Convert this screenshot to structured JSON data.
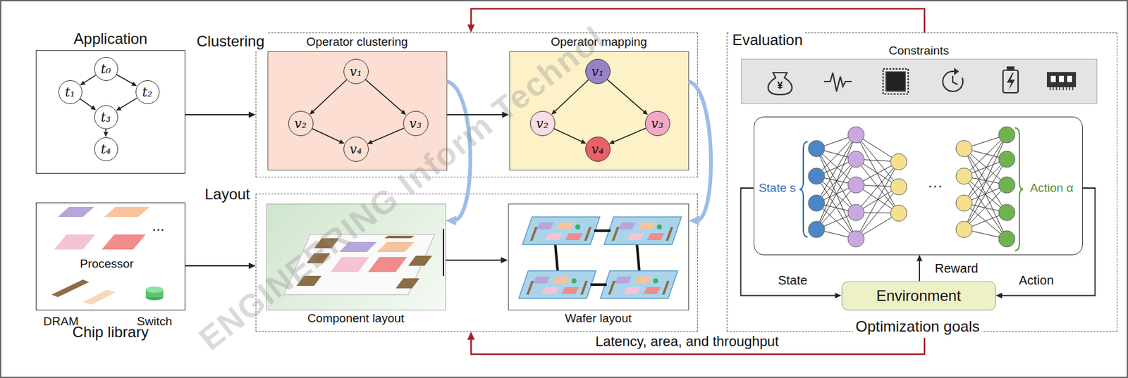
{
  "diagram": {
    "nodes": [
      {
        "text": [
          "Application"
        ]
      },
      {
        "text": [
          "t₀"
        ],
        "in": 0
      },
      {
        "text": [
          "t₁"
        ],
        "in": 0
      },
      {
        "text": [
          "t₂"
        ],
        "in": 0
      },
      {
        "text": [
          "t₃"
        ],
        "in": 0
      },
      {
        "text": [
          "t₄"
        ],
        "in": 0
      },
      {
        "text": [
          "Chip library"
        ]
      },
      {
        "text": [
          "Clustering"
        ]
      },
      {
        "text": [
          "Operator clustering"
        ],
        "in": 7
      },
      {
        "text": [
          "v₁"
        ],
        "in": 8
      },
      {
        "text": [
          "v₂"
        ],
        "in": 8
      },
      {
        "text": [
          "v₃"
        ],
        "in": 8
      },
      {
        "text": [
          "v₄"
        ],
        "in": 8
      },
      {
        "text": [
          "Operator mapping"
        ],
        "in": 7
      },
      {
        "text": [
          "v₁"
        ],
        "in": 13
      },
      {
        "text": [
          "v₂"
        ],
        "in": 13
      },
      {
        "text": [
          "v₃"
        ],
        "in": 13
      },
      {
        "text": [
          "v₄"
        ],
        "in": 13
      },
      {
        "text": [
          "Layout"
        ]
      },
      {
        "text": [
          "Component layout"
        ],
        "in": 18
      },
      {
        "text": [
          "Wafer layout"
        ],
        "in": 18
      },
      {
        "text": [
          "Evaluation",
          "Optimization goals"
        ]
      },
      {
        "text": [
          "Constraints"
        ],
        "in": 21
      },
      {
        "text": [
          "State s",
          "Action α"
        ],
        "in": 21
      },
      {
        "text": [
          "Environment"
        ],
        "in": 21
      }
    ],
    "edges": [
      {
        "from": 1,
        "to": 2,
        "arrow": "to"
      },
      {
        "from": 1,
        "to": 3,
        "arrow": "to"
      },
      {
        "from": 2,
        "to": 4,
        "arrow": "to"
      },
      {
        "from": 3,
        "to": 4,
        "arrow": "to"
      },
      {
        "from": 4,
        "to": 5,
        "arrow": "to"
      },
      {
        "from": 9,
        "to": 10,
        "arrow": "to"
      },
      {
        "from": 9,
        "to": 11,
        "arrow": "to"
      },
      {
        "from": 10,
        "to": 12,
        "arrow": "to"
      },
      {
        "from": 11,
        "to": 12,
        "arrow": "to"
      },
      {
        "from": 14,
        "to": 15,
        "arrow": "to"
      },
      {
        "from": 14,
        "to": 16,
        "arrow": "to"
      },
      {
        "from": 15,
        "to": 17,
        "arrow": "to"
      },
      {
        "from": 16,
        "to": 17,
        "arrow": "to"
      },
      {
        "from": 0,
        "to": 7,
        "arrow": "to"
      },
      {
        "from": 6,
        "to": 18,
        "arrow": "to"
      },
      {
        "from": 8,
        "to": 13,
        "arrow": "to"
      },
      {
        "from": 19,
        "to": 20,
        "arrow": "to"
      },
      {
        "from": 8,
        "to": 19,
        "arrow": "to"
      },
      {
        "from": 13,
        "to": 20,
        "arrow": "to"
      },
      {
        "from": 21,
        "to": 7,
        "arrow": "to"
      },
      {
        "from": 21,
        "to": 18,
        "label": "Latency, area, and throughput",
        "arrow": "to"
      },
      {
        "from": 24,
        "to": 23,
        "label": "Reward",
        "arrow": "to"
      },
      {
        "from": 23,
        "to": 24,
        "label": "State",
        "arrow": "to"
      },
      {
        "from": 23,
        "to": 24,
        "label": "Action",
        "arrow": "to"
      }
    ],
    "labels": [
      "Processor",
      "DRAM",
      "Switch",
      "...",
      "¥",
      "···",
      "ENGINEERING Inform Technol"
    ]
  }
}
